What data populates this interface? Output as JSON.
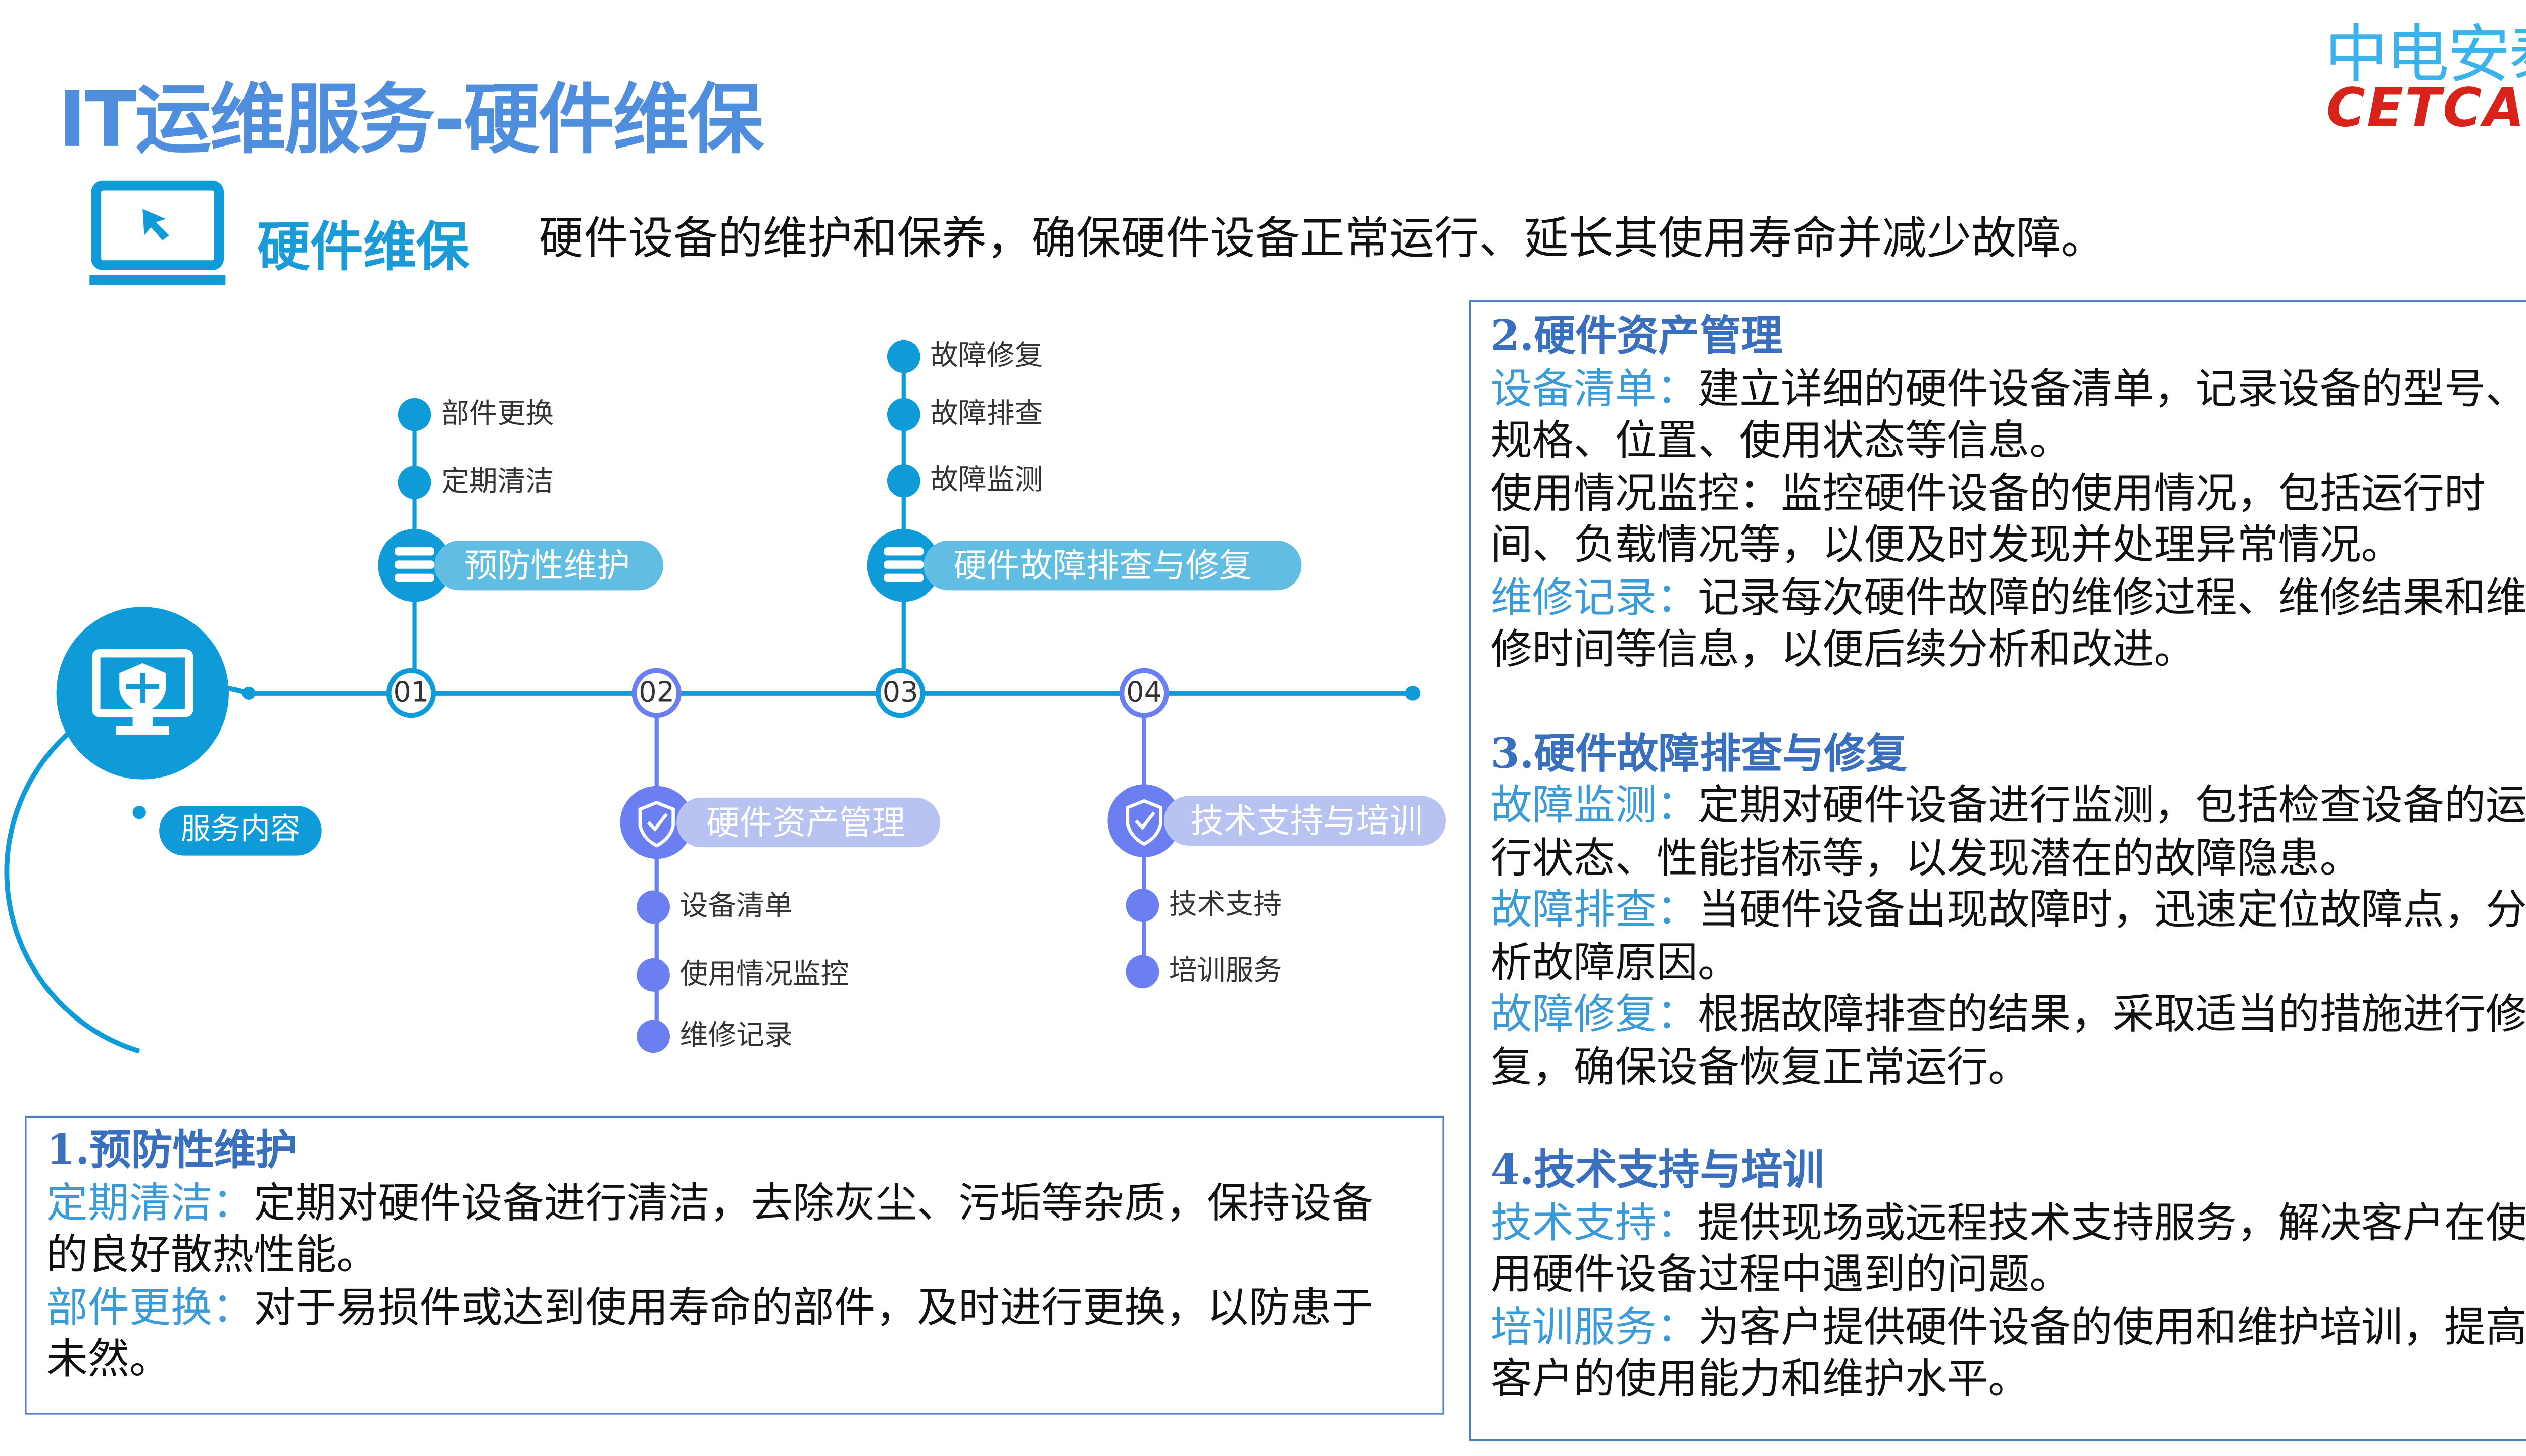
{
  "header": {
    "title": "IT运维服务-硬件维保",
    "logo_cn": "中电安泰",
    "logo_en": "CETCAN"
  },
  "intro": {
    "icon": "monitor-cursor-icon",
    "name": "硬件维保",
    "description": "硬件设备的维护和保养，确保硬件设备正常运行、延长其使用寿命并减少故障。"
  },
  "colors": {
    "accent": "#0f9bd7",
    "purple": "#6b7ff0",
    "title": "#4f8edc",
    "highlight": "#3b9bd8",
    "border": "#4f7fc0"
  },
  "diagram": {
    "center_label": "服务内容",
    "nodes": [
      {
        "num": "01",
        "label": "预防性维护",
        "items": [
          "部件更换",
          "定期清洁"
        ]
      },
      {
        "num": "02",
        "label": "硬件资产管理",
        "items": [
          "设备清单",
          "使用情况监控",
          "维修记录"
        ]
      },
      {
        "num": "03",
        "label": "硬件故障排查与修复",
        "items": [
          "故障修复",
          "故障排查",
          "故障监测"
        ]
      },
      {
        "num": "04",
        "label": "技术支持与培训",
        "items": [
          "技术支持",
          "培训服务"
        ]
      }
    ]
  },
  "details": [
    {
      "title": "1.预防性维护",
      "entries": [
        {
          "term": "定期清洁：",
          "text": "定期对硬件设备进行清洁，去除灰尘、污垢等杂质，保持设备的良好散热性能。",
          "highlight": true
        },
        {
          "term": "部件更换：",
          "text": "对于易损件或达到使用寿命的部件，及时进行更换，以防患于未然。",
          "highlight": true
        }
      ]
    },
    {
      "title": "2.硬件资产管理",
      "entries": [
        {
          "term": "设备清单：",
          "text": "建立详细的硬件设备清单，记录设备的型号、规格、位置、使用状态等信息。",
          "highlight": true
        },
        {
          "term": "使用情况监控：",
          "text": "监控硬件设备的使用情况，包括运行时间、负载情况等，以便及时发现并处理异常情况。",
          "highlight": false
        },
        {
          "term": "维修记录：",
          "text": "记录每次硬件故障的维修过程、维修结果和维修时间等信息，以便后续分析和改进。",
          "highlight": true
        }
      ]
    },
    {
      "title": "3.硬件故障排查与修复",
      "entries": [
        {
          "term": "故障监测：",
          "text": "定期对硬件设备进行监测，包括检查设备的运行状态、性能指标等，以发现潜在的故障隐患。",
          "highlight": true
        },
        {
          "term": "故障排查：",
          "text": "当硬件设备出现故障时，迅速定位故障点，分析故障原因。",
          "highlight": true
        },
        {
          "term": "故障修复：",
          "text": "根据故障排查的结果，采取适当的措施进行修复，确保设备恢复正常运行。",
          "highlight": true
        }
      ]
    },
    {
      "title": "4.技术支持与培训",
      "entries": [
        {
          "term": "技术支持：",
          "text": "提供现场或远程技术支持服务，解决客户在使用硬件设备过程中遇到的问题。",
          "highlight": true
        },
        {
          "term": "培训服务：",
          "text": "为客户提供硬件设备的使用和维护培训，提高客户的使用能力和维护水平。",
          "highlight": true
        }
      ]
    }
  ]
}
